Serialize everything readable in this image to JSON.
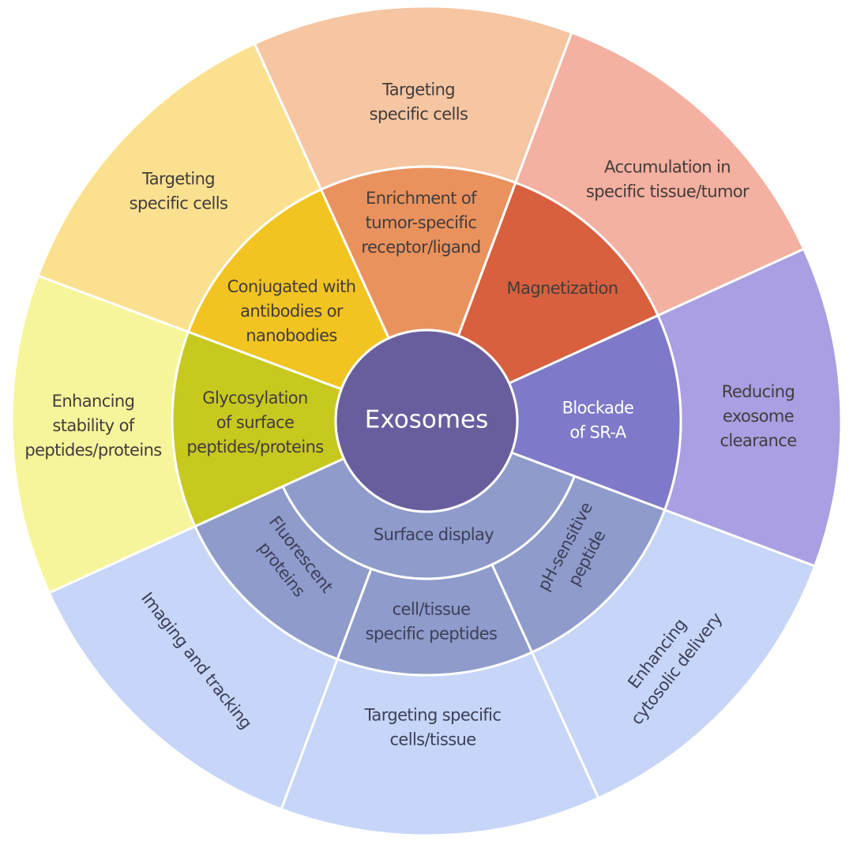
{
  "center": {
    "label": "Exosomes",
    "color": "#685e9e"
  },
  "middle_ring": [
    {
      "id": "enrichment",
      "label": "Enrichment of\ntumor-specific\nreceptor/ligand",
      "color": "#ea925d"
    },
    {
      "id": "magnetization",
      "label": "Magnetization",
      "color": "#d8603f"
    },
    {
      "id": "blockade",
      "label": "Blockade\nof SR-A",
      "color": "#7f79c9",
      "text_color": "light"
    },
    {
      "id": "surface-display",
      "label": "Surface display",
      "color": "#8e9bcb",
      "sub_segments": [
        {
          "id": "ph-sensitive",
          "label": "pH-sensitive\npeptide",
          "color": "#8e9bcb"
        },
        {
          "id": "cell-tissue",
          "label": "cell/tissue\nspecific peptides",
          "color": "#8e9bcb"
        },
        {
          "id": "fluorescent",
          "label": "Fluorescent\nproteins",
          "color": "#8e9bcb"
        }
      ]
    },
    {
      "id": "glycosylation",
      "label": "Glycosylation\nof surface\npeptides/proteins",
      "color": "#c7c91f"
    },
    {
      "id": "conjugated",
      "label": "Conjugated with\nantibodies or\nnanobodies",
      "color": "#f2c421"
    }
  ],
  "outer_ring": [
    {
      "id": "targeting-cells-top",
      "label": "Targeting\nspecific cells",
      "color": "#f6c5a2"
    },
    {
      "id": "accumulation",
      "label": "Accumulation in\nspecific tissue/tumor",
      "color": "#f4b0a0"
    },
    {
      "id": "reducing-clearance",
      "label": "Reducing\nexosome\nclearance",
      "color": "#a99fe2"
    },
    {
      "id": "enhancing-cytosolic",
      "label": "Enhancing\ncytosolic delivery",
      "color": "#c6d5f8"
    },
    {
      "id": "targeting-cells-tissue",
      "label": "Targeting specific\ncells/tissue",
      "color": "#c6d5f8"
    },
    {
      "id": "imaging-tracking",
      "label": "Imaging and tracking",
      "color": "#c6d5f8"
    },
    {
      "id": "enhancing-stability",
      "label": "Enhancing\nstability of\npeptides/proteins",
      "color": "#f7f59b"
    },
    {
      "id": "targeting-cells-left",
      "label": "Targeting\nspecific cells",
      "color": "#fbe18f"
    }
  ]
}
